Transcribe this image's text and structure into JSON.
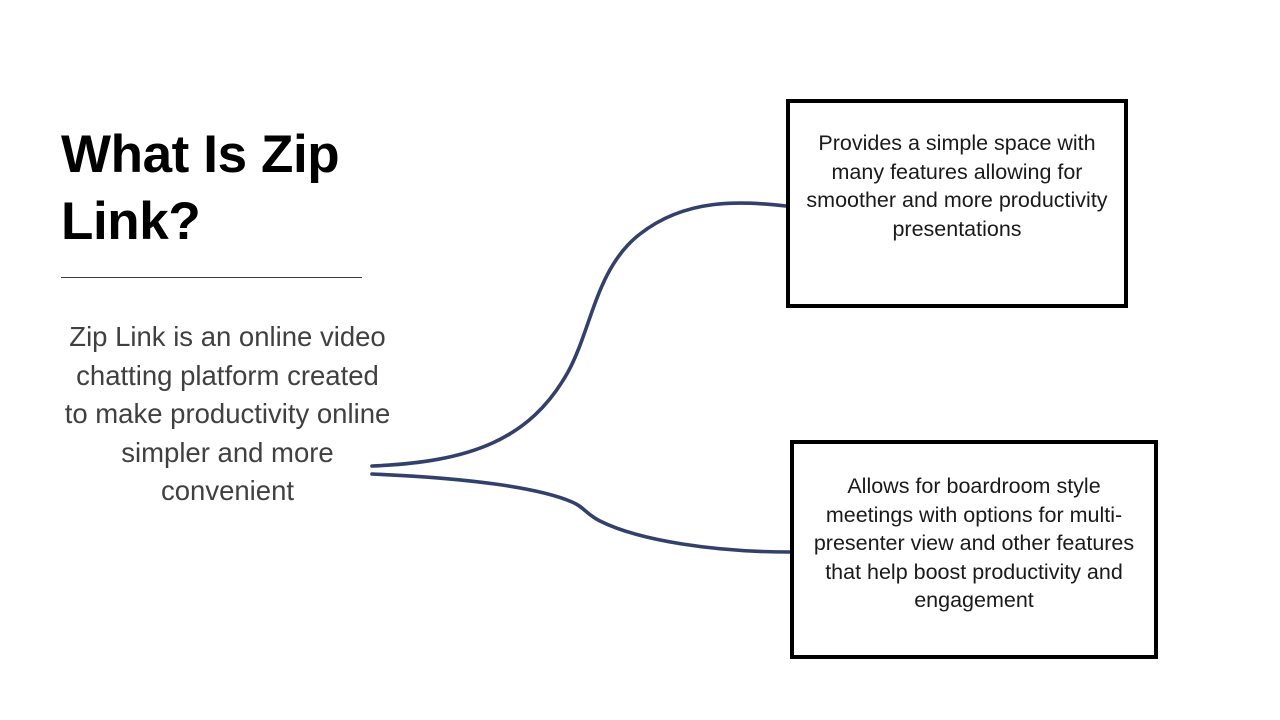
{
  "slide": {
    "background_color": "#ffffff",
    "title": "What Is Zip Link?",
    "title_color": "#000000",
    "divider_color": "#3b3b3b",
    "body_text": "Zip Link is an online video chatting platform created to make productivity online simpler and more convenient",
    "body_text_color": "#404040",
    "connector_color": "#33406B",
    "box_border_color": "#000000"
  },
  "nodes": [
    {
      "id": "node-top",
      "text": "Provides a simple space with many features allowing for smoother and more productivity presentations",
      "text_color": "#1a1a1a"
    },
    {
      "id": "node-bottom",
      "text": "Allows for boardroom style meetings with options for multi-presenter view and other features that help boost productivity and engagement",
      "text_color": "#1a1a1a"
    }
  ],
  "connectors": [
    {
      "id": "connector-top",
      "from": "body-block",
      "to": "node-top"
    },
    {
      "id": "connector-bottom",
      "from": "body-block",
      "to": "node-bottom"
    }
  ]
}
